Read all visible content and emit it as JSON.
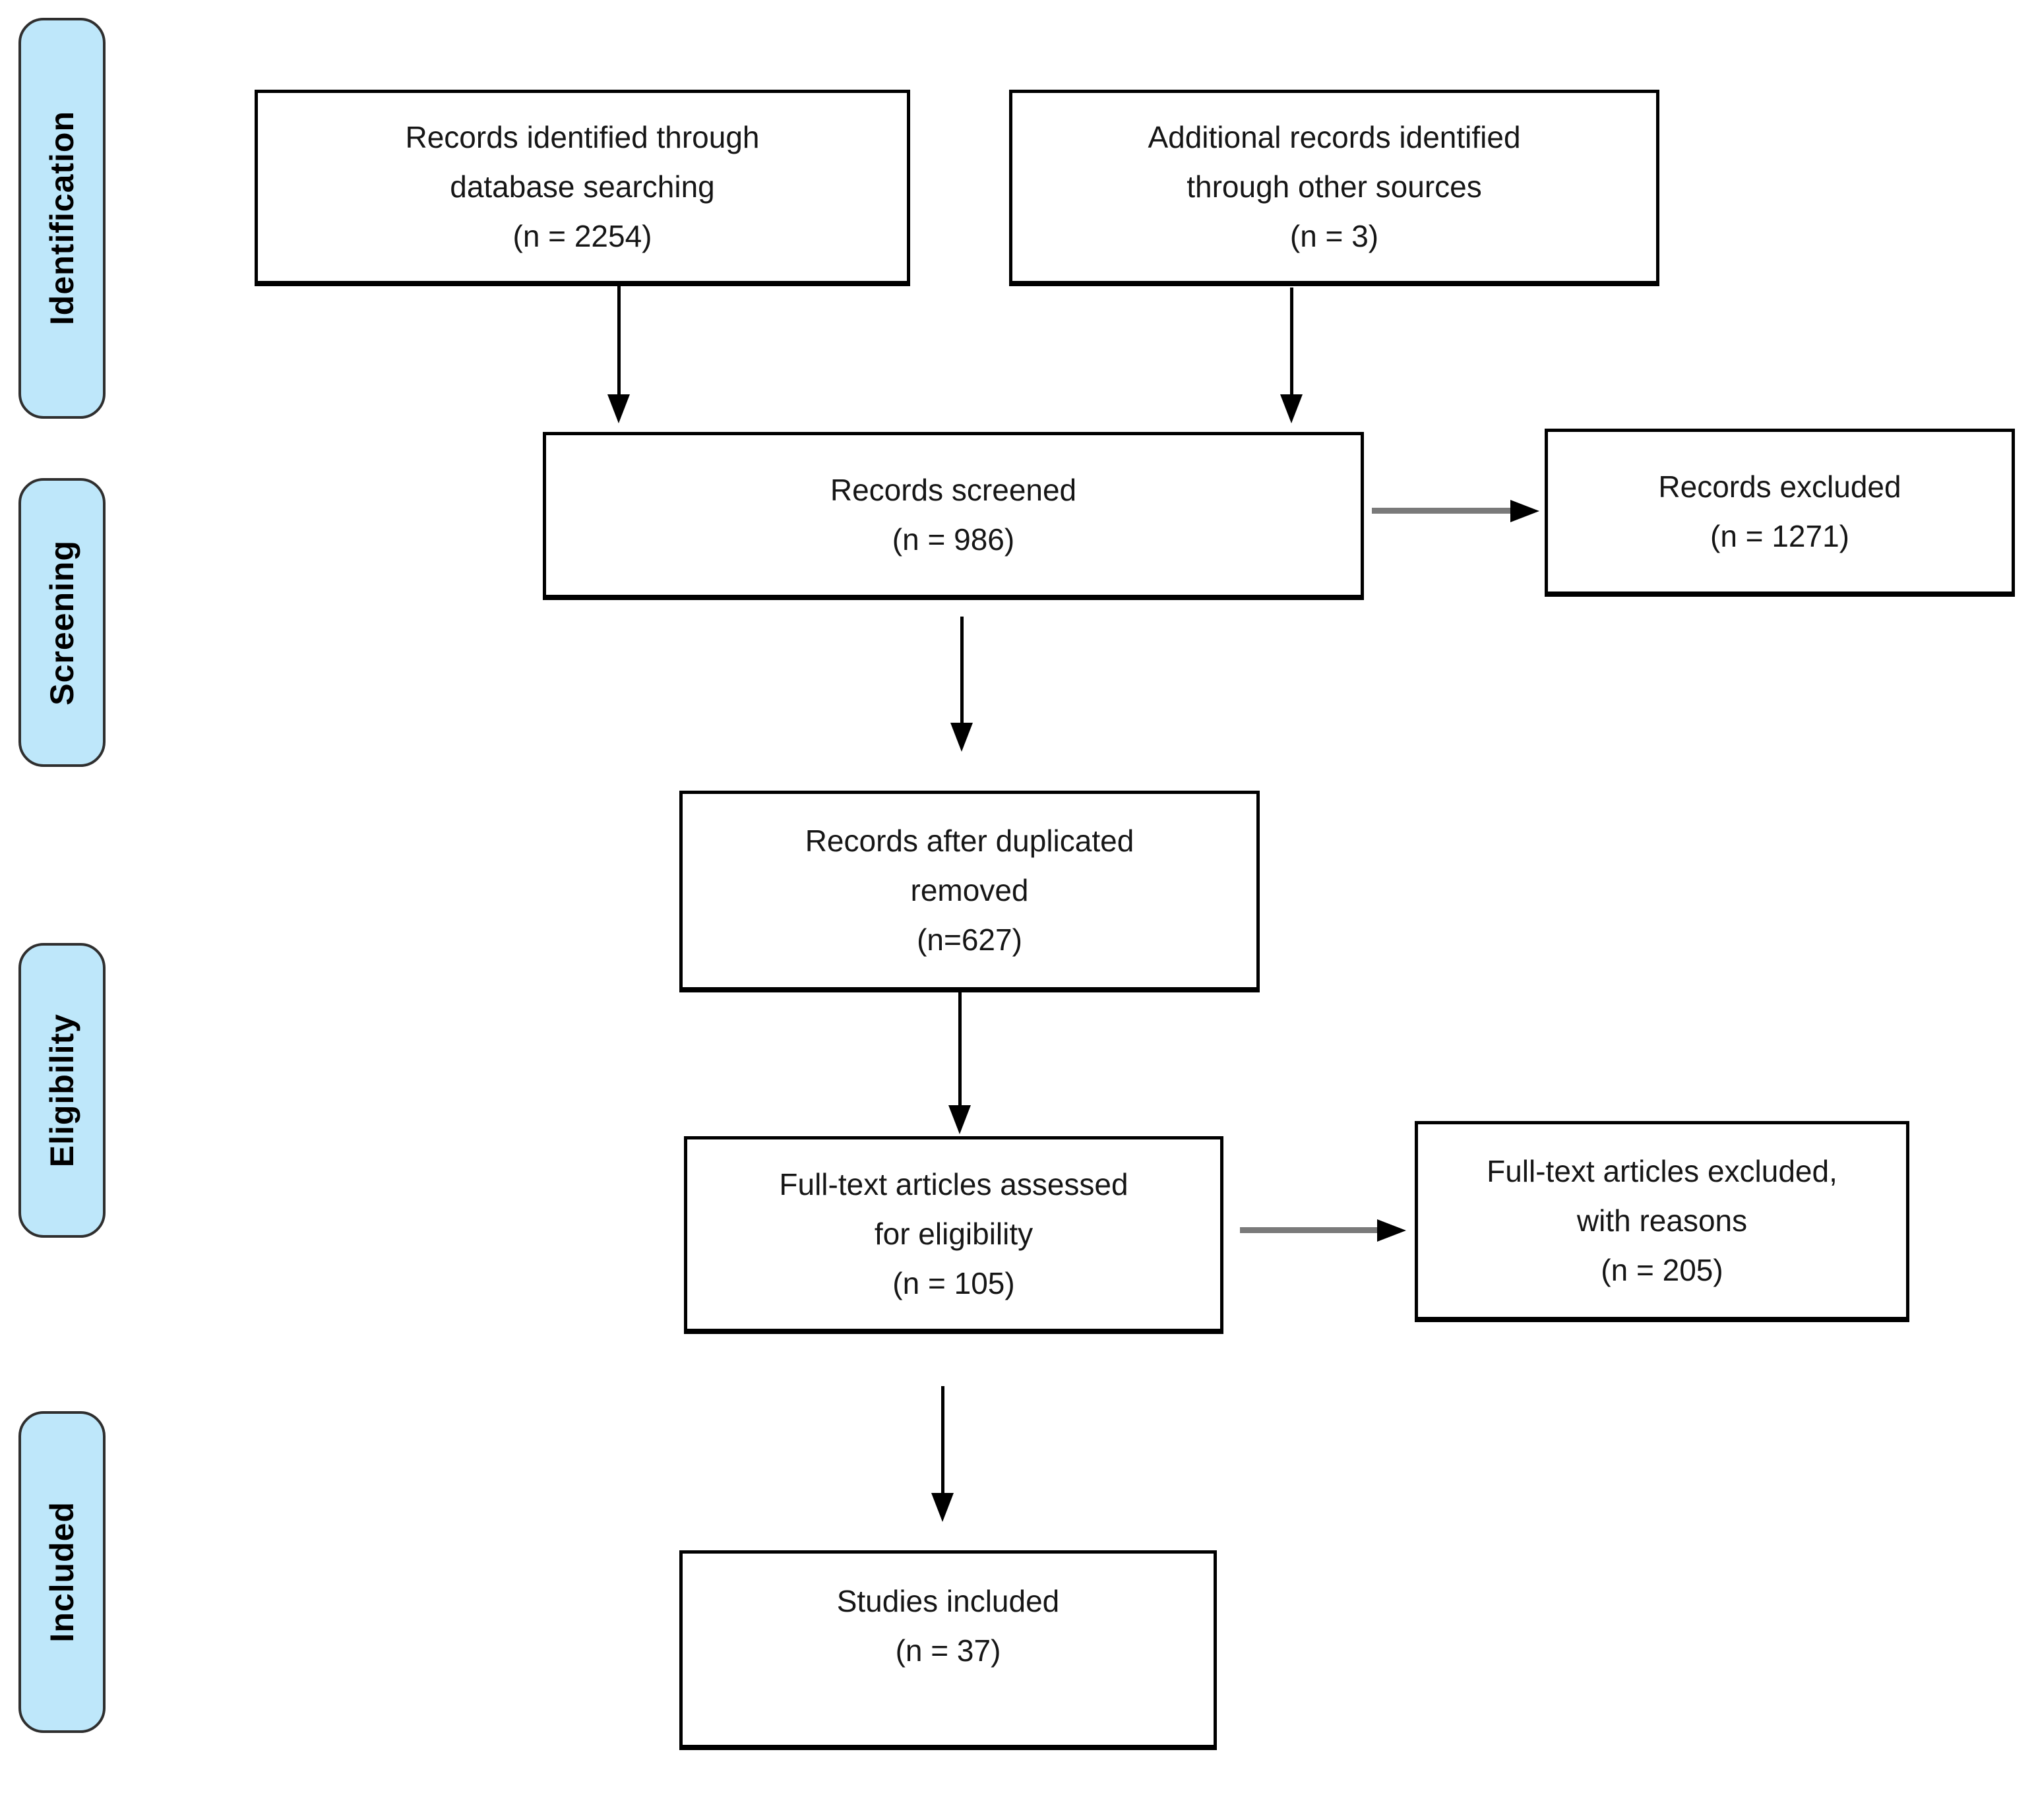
{
  "diagram": {
    "stages": [
      {
        "label": "Identification"
      },
      {
        "label": "Screening"
      },
      {
        "label": "Eligibility"
      },
      {
        "label": "Included"
      }
    ],
    "boxes": {
      "identified": {
        "lines": [
          "Records identified through",
          "database searching",
          "(n = 2254)"
        ]
      },
      "additional": {
        "lines": [
          "Additional records identified",
          "through other sources",
          "(n = 3)"
        ]
      },
      "screened": {
        "lines": [
          "Records screened",
          "(n = 986)"
        ]
      },
      "records_excluded": {
        "lines": [
          "Records excluded",
          "(n = 1271)"
        ]
      },
      "after_duplicates": {
        "lines": [
          "Records after duplicated",
          "removed",
          "(n=627)"
        ]
      },
      "fulltext_assessed": {
        "lines": [
          "Full-text articles assessed",
          "for eligibility",
          "(n = 105)"
        ]
      },
      "fulltext_excluded": {
        "lines": [
          "Full-text articles excluded,",
          "with reasons",
          "(n = 205)"
        ]
      },
      "studies_included": {
        "lines": [
          "Studies included",
          "(n = 37)"
        ]
      }
    },
    "colors": {
      "stage_fill": "#bee7fa",
      "stage_border": "#2f2f2f",
      "box_fill": "#ffffff",
      "box_border": "#000000",
      "arrow_line": "#000000",
      "arrow_tail": "#7a7a7a",
      "text": "#161616"
    }
  }
}
